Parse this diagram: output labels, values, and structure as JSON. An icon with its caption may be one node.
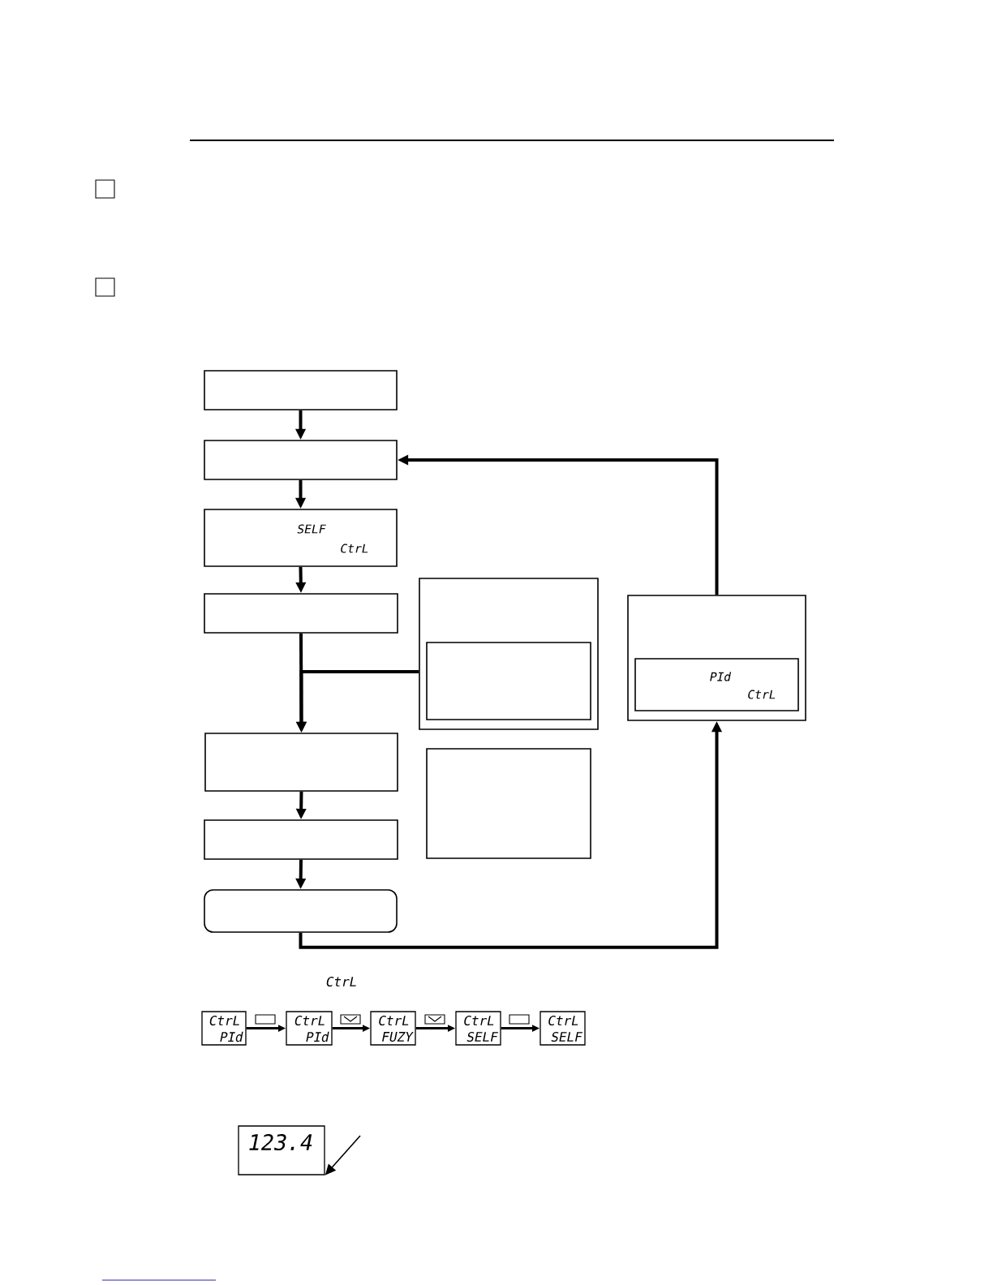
{
  "diagram": {
    "nodes": [
      {
        "text": [],
        "shape": "box"
      },
      {
        "text": [],
        "shape": "box"
      },
      {
        "text": [
          "SELF",
          "CtrL"
        ]
      },
      {
        "text": [],
        "shape": "box"
      },
      {
        "text": [],
        "shape": "box"
      },
      {
        "text": [],
        "shape": "box",
        "in": 4
      },
      {
        "text": [],
        "shape": "box"
      },
      {
        "text": [],
        "shape": "box"
      },
      {
        "text": [],
        "shape": "box"
      },
      {
        "text": [],
        "shape": "box"
      },
      {
        "text": [],
        "shape": "box"
      },
      {
        "text": [
          "PId",
          "CtrL"
        ],
        "in": 10
      },
      {
        "text": [
          "CtrL",
          "PId"
        ]
      },
      {
        "text": [
          "CtrL",
          "PId"
        ]
      },
      {
        "text": [
          "CtrL",
          "FUZY"
        ]
      },
      {
        "text": [
          "CtrL",
          "SELF"
        ]
      },
      {
        "text": [
          "CtrL",
          "SELF"
        ]
      },
      {
        "text": [
          "123.4"
        ]
      }
    ],
    "edges": [
      {
        "from": 0,
        "to": 1,
        "arrow": "to"
      },
      {
        "from": 1,
        "to": 2,
        "arrow": "to"
      },
      {
        "from": 2,
        "to": 3,
        "arrow": "to"
      },
      {
        "from": 3,
        "to": 6,
        "arrow": "to"
      },
      {
        "from": 4,
        "to": 6,
        "arrow": "to"
      },
      {
        "from": 6,
        "to": 8,
        "arrow": "to"
      },
      {
        "from": 8,
        "to": 9,
        "arrow": "to"
      },
      {
        "from": 9,
        "to": 10,
        "arrow": "to"
      },
      {
        "from": 10,
        "to": 1,
        "arrow": "to"
      },
      {
        "from": 12,
        "to": 13,
        "arrow": "to"
      },
      {
        "from": 13,
        "to": 14,
        "arrow": "to"
      },
      {
        "from": 14,
        "to": 15,
        "arrow": "to"
      },
      {
        "from": 15,
        "to": 16,
        "arrow": "to"
      },
      {
        "from": null,
        "to": 17,
        "arrow": "to"
      }
    ],
    "labels": [
      "CtrL"
    ]
  }
}
